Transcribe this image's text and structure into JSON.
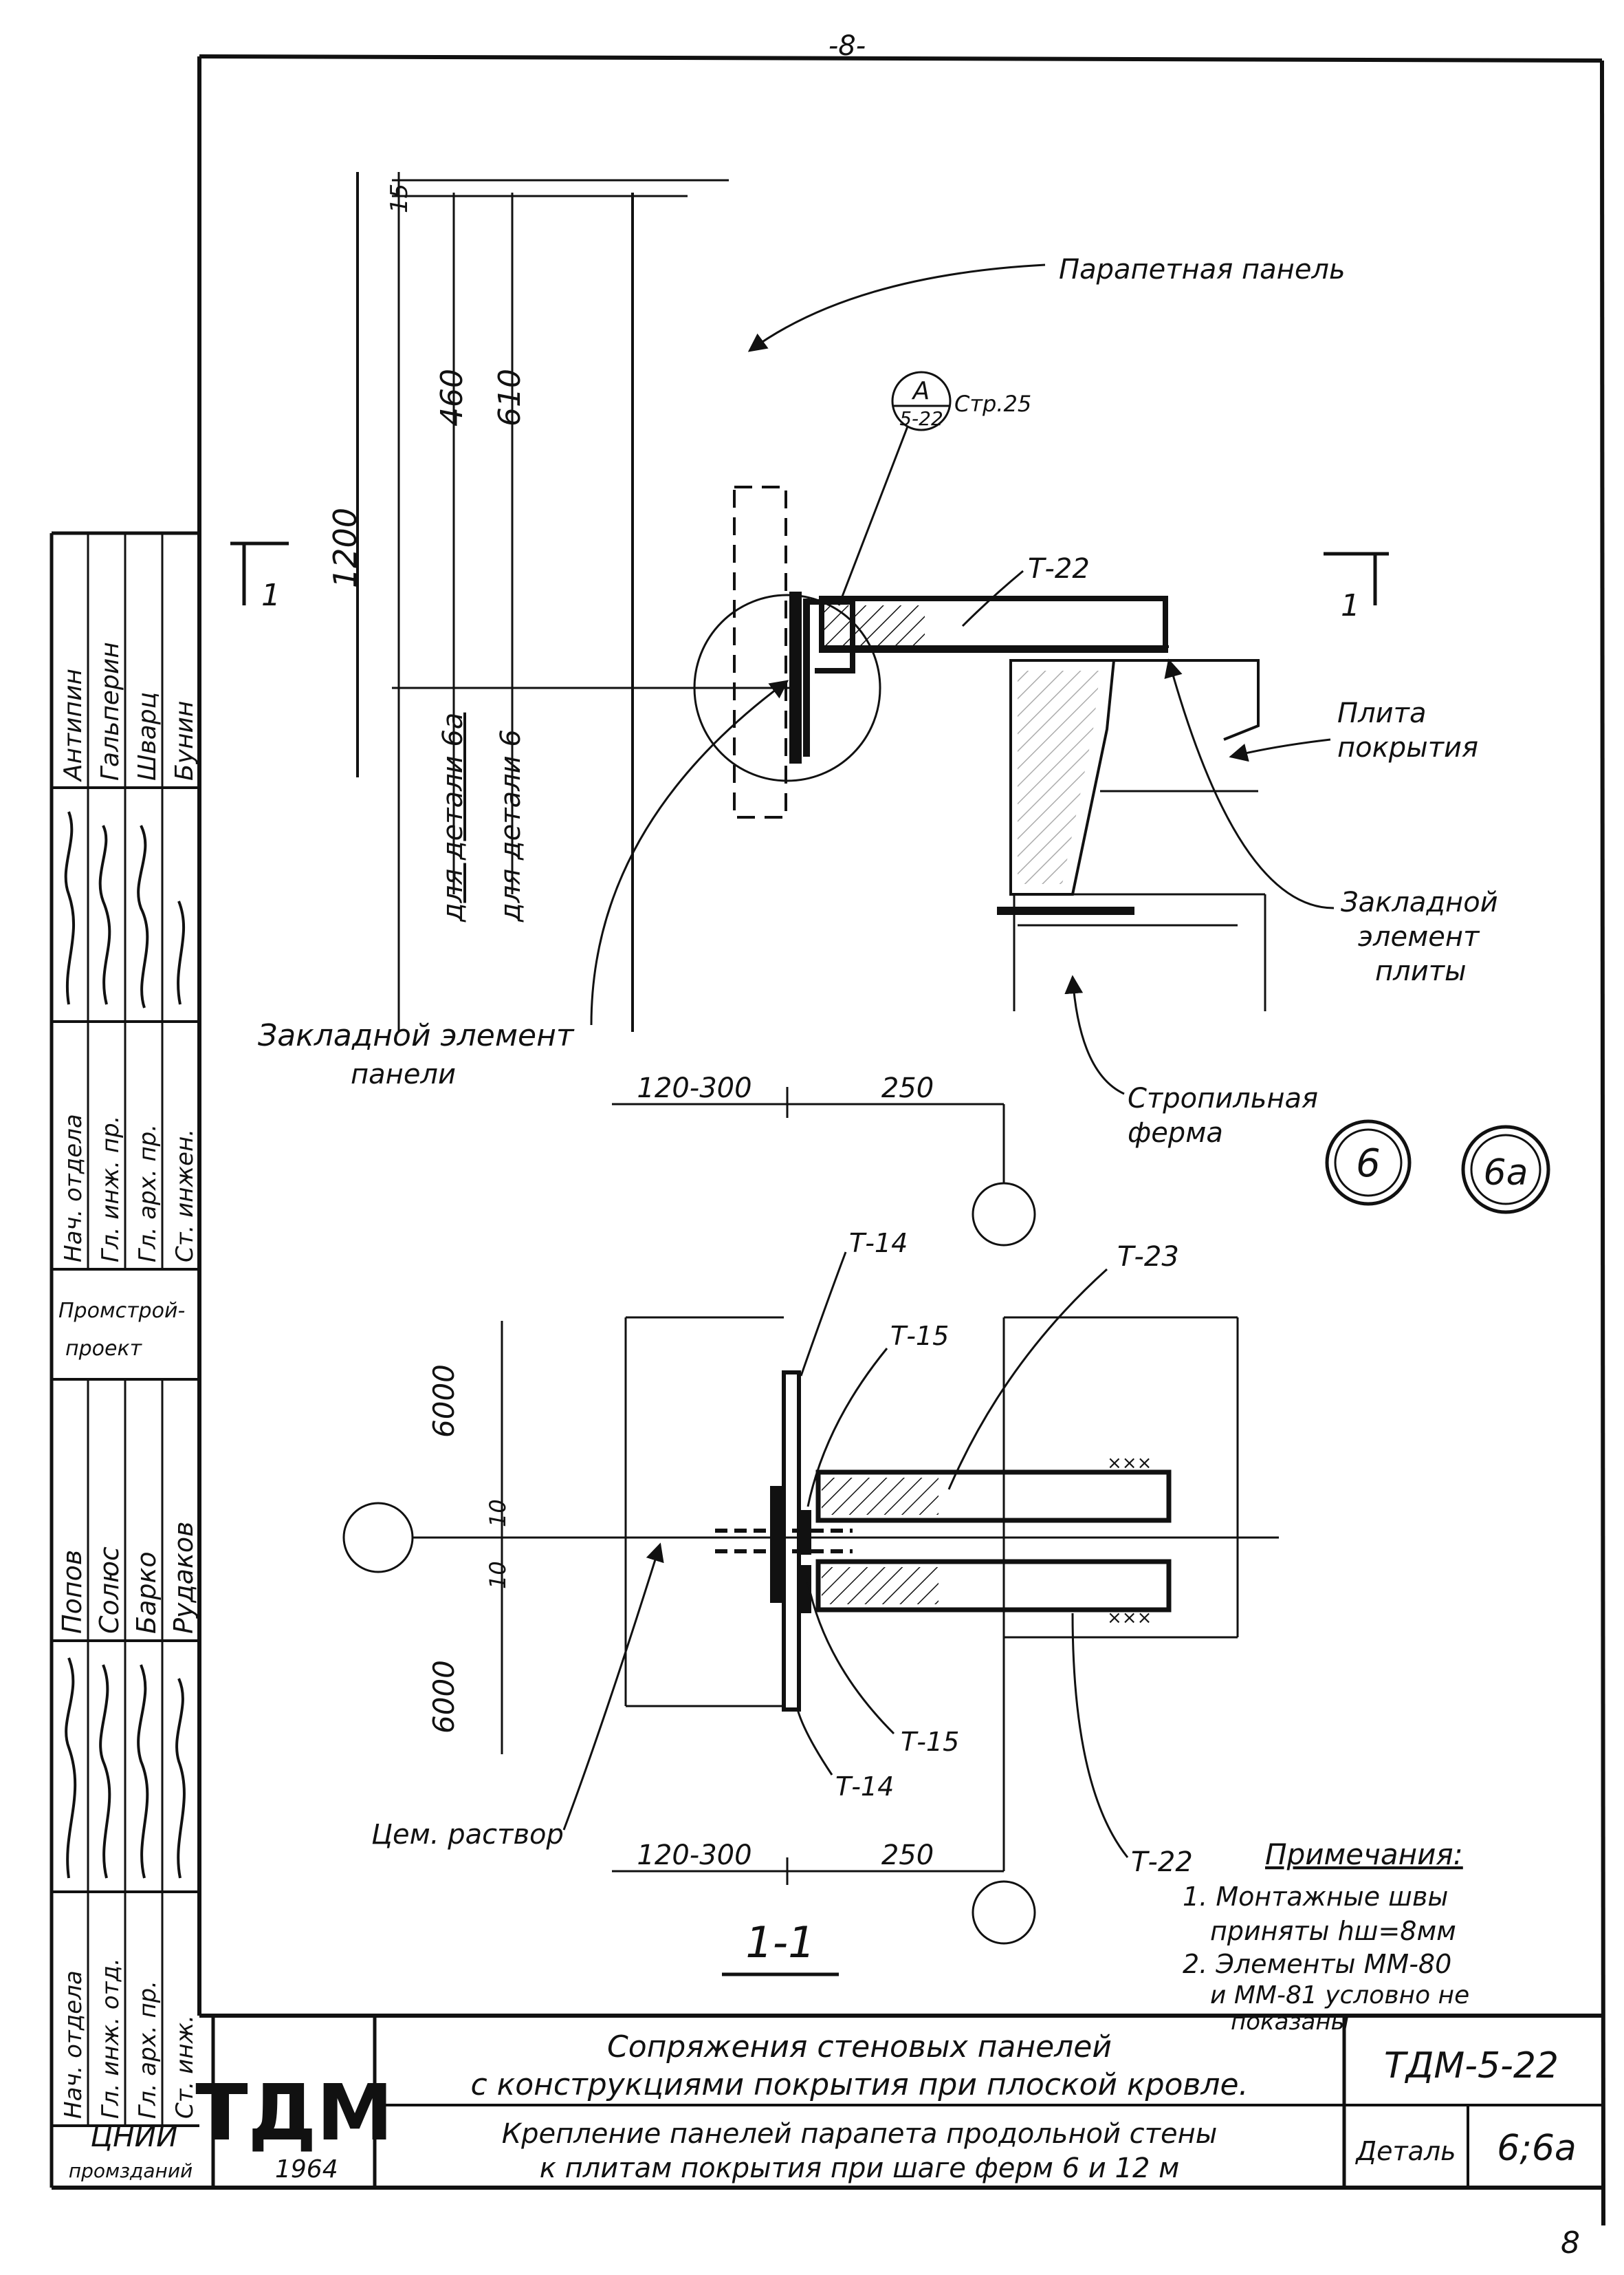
{
  "page_label": "-8-",
  "page_number": "8",
  "upper_detail": {
    "dims": {
      "d15": "15",
      "d460": "460",
      "d610": "610",
      "d1200": "1200",
      "w120_300": "120-300",
      "w250": "250"
    },
    "for_detail_6a": "для детали 6а",
    "for_detail_6": "для детали 6",
    "parapet_panel": "Парапетная панель",
    "callout_letter": "А",
    "callout_ref": "5-22",
    "callout_page": "Стр.25",
    "t22": "Т-22",
    "roof_slab_line1": "Плита",
    "roof_slab_line2": "покрытия",
    "slab_embed_line1": "Закладной",
    "slab_embed_line2": "элемент",
    "slab_embed_line3": "плиты",
    "panel_embed_line1": "Закладной элемент",
    "panel_embed_line2": "панели",
    "truss_line1": "Стропильная",
    "truss_line2": "ферма",
    "section_mark": "1"
  },
  "detail_marks": [
    "6",
    "6а"
  ],
  "lower_detail": {
    "t14_top": "Т-14",
    "t15_top": "Т-15",
    "t23": "Т-23",
    "t15_bottom": "Т-15",
    "t14_bottom": "Т-14",
    "t22": "Т-22",
    "d6000_top": "6000",
    "d6000_bottom": "6000",
    "d10_top": "10",
    "d10_bottom": "10",
    "w120_300": "120-300",
    "w250": "250",
    "mortar": "Цем. раствор",
    "section_title": "1-1"
  },
  "notes": {
    "title": "Примечания:",
    "n1_line1": "1. Монтажные швы",
    "n1_line2": "приняты hш=8мм",
    "n2_line1": "2. Элементы ММ-80",
    "n2_line2": "и ММ-81 условно не",
    "n2_line3": "показаны"
  },
  "side_stamp_top": {
    "roles": [
      "Нач. отдела",
      "Гл. инж. пр.",
      "Гл. арх. пр.",
      "Ст. инжен."
    ],
    "names": [
      "Антипин",
      "Гальперин",
      "Шварц",
      "Бунин"
    ]
  },
  "side_org": {
    "line1": "Промстрой-",
    "line2": "проект"
  },
  "side_stamp_bottom": {
    "roles": [
      "Нач. отдела",
      "Гл. инж. отд.",
      "Гл. арх. пр.",
      "Ст. инж."
    ],
    "names": [
      "Попов",
      "Солюс",
      "Барко",
      "Рудаков"
    ]
  },
  "title_block": {
    "org_line1": "ЦНИИ",
    "org_line2": "промзданий",
    "logo": "ТДМ",
    "year": "1964",
    "title_line1": "Сопряжения стеновых панелей",
    "title_line2": "с конструкциями покрытия при плоской кровле.",
    "subtitle_line1": "Крепление панелей парапета продольной стены",
    "subtitle_line2": "к плитам покрытия при шаге ферм 6 и 12 м",
    "code": "ТДМ-5-22",
    "detail_label": "Деталь",
    "detail_value": "6;6а"
  }
}
